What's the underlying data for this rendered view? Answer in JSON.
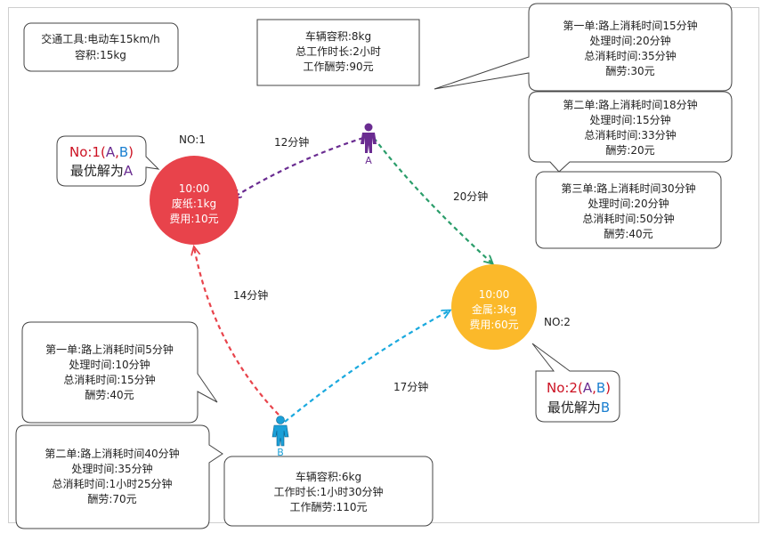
{
  "colors": {
    "node1": "#e8434b",
    "node2": "#fbb92a",
    "person_a": "#6a2c91",
    "person_b": "#1aa0d8",
    "arrow_a_to_1": "#6a2c91",
    "arrow_a_to_2": "#2a9d6a",
    "arrow_b_to_1": "#e8434b",
    "arrow_b_to_2": "#1aa9de",
    "red_text": "#cc1122",
    "purple_text": "#6a2c91",
    "blue_text": "#1a7fd0"
  },
  "top_left_box": {
    "line1": "交通工具:电动车15km/h",
    "line2": "容积:15kg"
  },
  "vehicle_a_box": {
    "line1": "车辆容积:8kg",
    "line2": "总工作时长:2小时",
    "line3": "工作酬劳:90元"
  },
  "vehicle_b_box": {
    "line1": "车辆容积:6kg",
    "line2": "工作时长:1小时30分钟",
    "line3": "工作酬劳:110元"
  },
  "a_orders": [
    {
      "l1": "第一单:路上消耗时间15分钟",
      "l2": "处理时间:20分钟",
      "l3": "总消耗时间:35分钟",
      "l4": "酬劳:30元"
    },
    {
      "l1": "第二单:路上消耗时间18分钟",
      "l2": "处理时间:15分钟",
      "l3": "总消耗时间:33分钟",
      "l4": "酬劳:20元"
    },
    {
      "l1": "第三单:路上消耗时间30分钟",
      "l2": "处理时间:20分钟",
      "l3": "总消耗时间:50分钟",
      "l4": "酬劳:40元"
    }
  ],
  "b_orders": [
    {
      "l1": "第一单:路上消耗时间5分钟",
      "l2": "处理时间:10分钟",
      "l3": "总消耗时间:15分钟",
      "l4": "酬劳:40元"
    },
    {
      "l1": "第二单:路上消耗时间40分钟",
      "l2": "处理时间:35分钟",
      "l3": "总消耗时间:1小时25分钟",
      "l4": "酬劳:70元"
    }
  ],
  "node1": {
    "no": "NO:1",
    "time": "10:00",
    "item": "废纸:1kg",
    "fee": "费用:10元"
  },
  "node2": {
    "no": "NO:2",
    "time": "10:00",
    "item": "金属:3kg",
    "fee": "费用:60元"
  },
  "callout1": {
    "prefix": "No:1(",
    "a": "A",
    "comma": ",",
    "b": "B",
    "suffix": ")",
    "best_label": "最优解为",
    "best": "A"
  },
  "callout2": {
    "prefix": "No:2(",
    "a": "A",
    "comma": ",",
    "b": "B",
    "suffix": ")",
    "best_label": "最优解为",
    "best": "B"
  },
  "person_a_label": "A",
  "person_b_label": "B",
  "edges": {
    "a_to_1": "12分钟",
    "a_to_2": "20分钟",
    "b_to_1": "14分钟",
    "b_to_2": "17分钟"
  }
}
